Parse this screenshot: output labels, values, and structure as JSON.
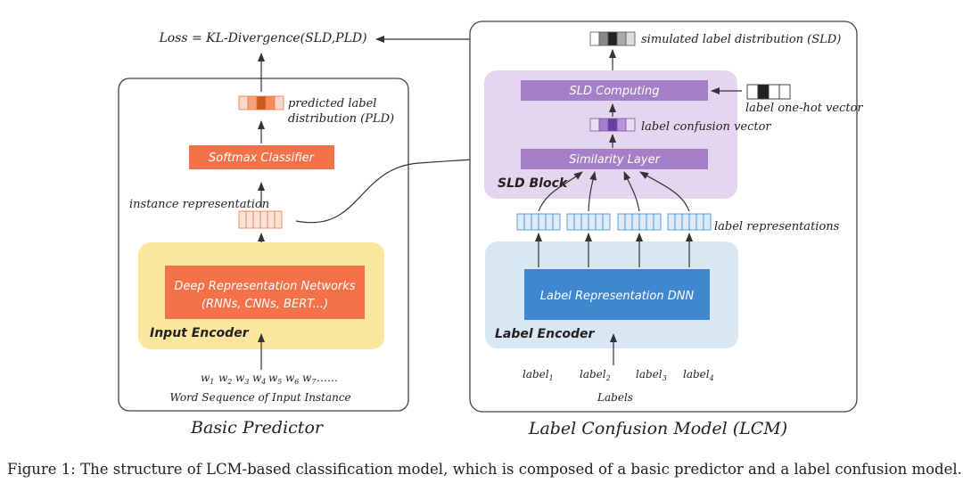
{
  "loss_label": "Loss = KL-Divergence(SLD,PLD)",
  "basic_predictor": {
    "title": "Basic Predictor",
    "pld_label_line1": "predicted label",
    "pld_label_line2": "distribution (PLD)",
    "softmax_label": "Softmax Classifier",
    "instance_rep_label": "instance representation",
    "encoder_inner_line1": "Deep Representation Networks",
    "encoder_inner_line2": "(RNNs, CNNs, BERT...)",
    "encoder_title": "Input Encoder",
    "word_sequence_words": [
      "1",
      "2",
      "3",
      "4",
      "5",
      "6",
      "7"
    ],
    "word_sequence_trailer": "……",
    "word_sequence_label": "Word Sequence of Input Instance"
  },
  "lcm": {
    "title": "Label Confusion Model (LCM)",
    "sld_label": "simulated label distribution (SLD)",
    "sld_computing_label": "SLD Computing",
    "onehot_label": "label one-hot vector",
    "confusion_vector_label": "label confusion vector",
    "similarity_label": "Similarity Layer",
    "sld_block_title": "SLD Block",
    "label_rep_label": "label representations",
    "label_dnn_label": "Label Representation DNN",
    "label_encoder_title": "Label Encoder",
    "labels": [
      "1",
      "2",
      "3",
      "4"
    ],
    "labels_caption": "Labels"
  },
  "caption": "Figure 1: The structure of LCM-based classification model, which is composed of a basic predictor and a label confusion model.",
  "colors": {
    "orange": "#F4714A",
    "orange_light": "#FAD8CB",
    "orange_dark": "#C95A1E",
    "yellow": "#FCE59C",
    "purple_bg": "#E3D6EE",
    "purple": "#A57FC8",
    "purple_dark": "#6B3FA0",
    "blue_bg": "#D9E6F4",
    "blue": "#3F87CF",
    "text": "#222222"
  }
}
